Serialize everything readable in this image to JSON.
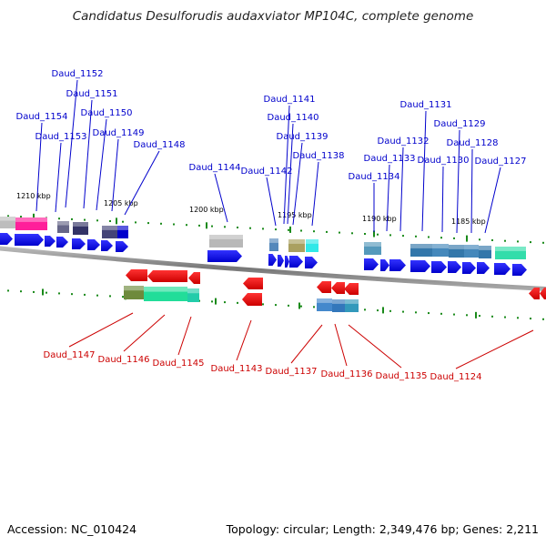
{
  "title": "Candidatus Desulforudis audaxviator MP104C, complete genome",
  "accession_text": "Accession: NC_010424",
  "summary_text": "Topology: circular; Length: 2,349,476 bp; Genes: 2,211",
  "colors": {
    "forward_label": "#0000cc",
    "reverse_label": "#cc0000",
    "forward_gene": "#0000ee",
    "reverse_gene": "#ee0000",
    "backbone": "#888888",
    "tick": "#1a8a1a"
  },
  "ticks": [
    {
      "label": "1210 kbp"
    },
    {
      "label": "1205 kbp"
    },
    {
      "label": "1200 kbp"
    },
    {
      "label": "1195 kbp"
    },
    {
      "label": "1190 kbp"
    },
    {
      "label": "1185 kbp"
    }
  ],
  "forward_labels": [
    {
      "id": "Daud_1152"
    },
    {
      "id": "Daud_1151"
    },
    {
      "id": "Daud_1154"
    },
    {
      "id": "Daud_1150"
    },
    {
      "id": "Daud_1153"
    },
    {
      "id": "Daud_1149"
    },
    {
      "id": "Daud_1148"
    },
    {
      "id": "Daud_1144"
    },
    {
      "id": "Daud_1142"
    },
    {
      "id": "Daud_1141"
    },
    {
      "id": "Daud_1140"
    },
    {
      "id": "Daud_1139"
    },
    {
      "id": "Daud_1138"
    },
    {
      "id": "Daud_1134"
    },
    {
      "id": "Daud_1132"
    },
    {
      "id": "Daud_1133"
    },
    {
      "id": "Daud_1131"
    },
    {
      "id": "Daud_1130"
    },
    {
      "id": "Daud_1129"
    },
    {
      "id": "Daud_1128"
    },
    {
      "id": "Daud_1127"
    }
  ],
  "reverse_labels": [
    {
      "id": "Daud_1147"
    },
    {
      "id": "Daud_1146"
    },
    {
      "id": "Daud_1145"
    },
    {
      "id": "Daud_1143"
    },
    {
      "id": "Daud_1137"
    },
    {
      "id": "Daud_1136"
    },
    {
      "id": "Daud_1135"
    },
    {
      "id": "Daud_1124"
    }
  ]
}
